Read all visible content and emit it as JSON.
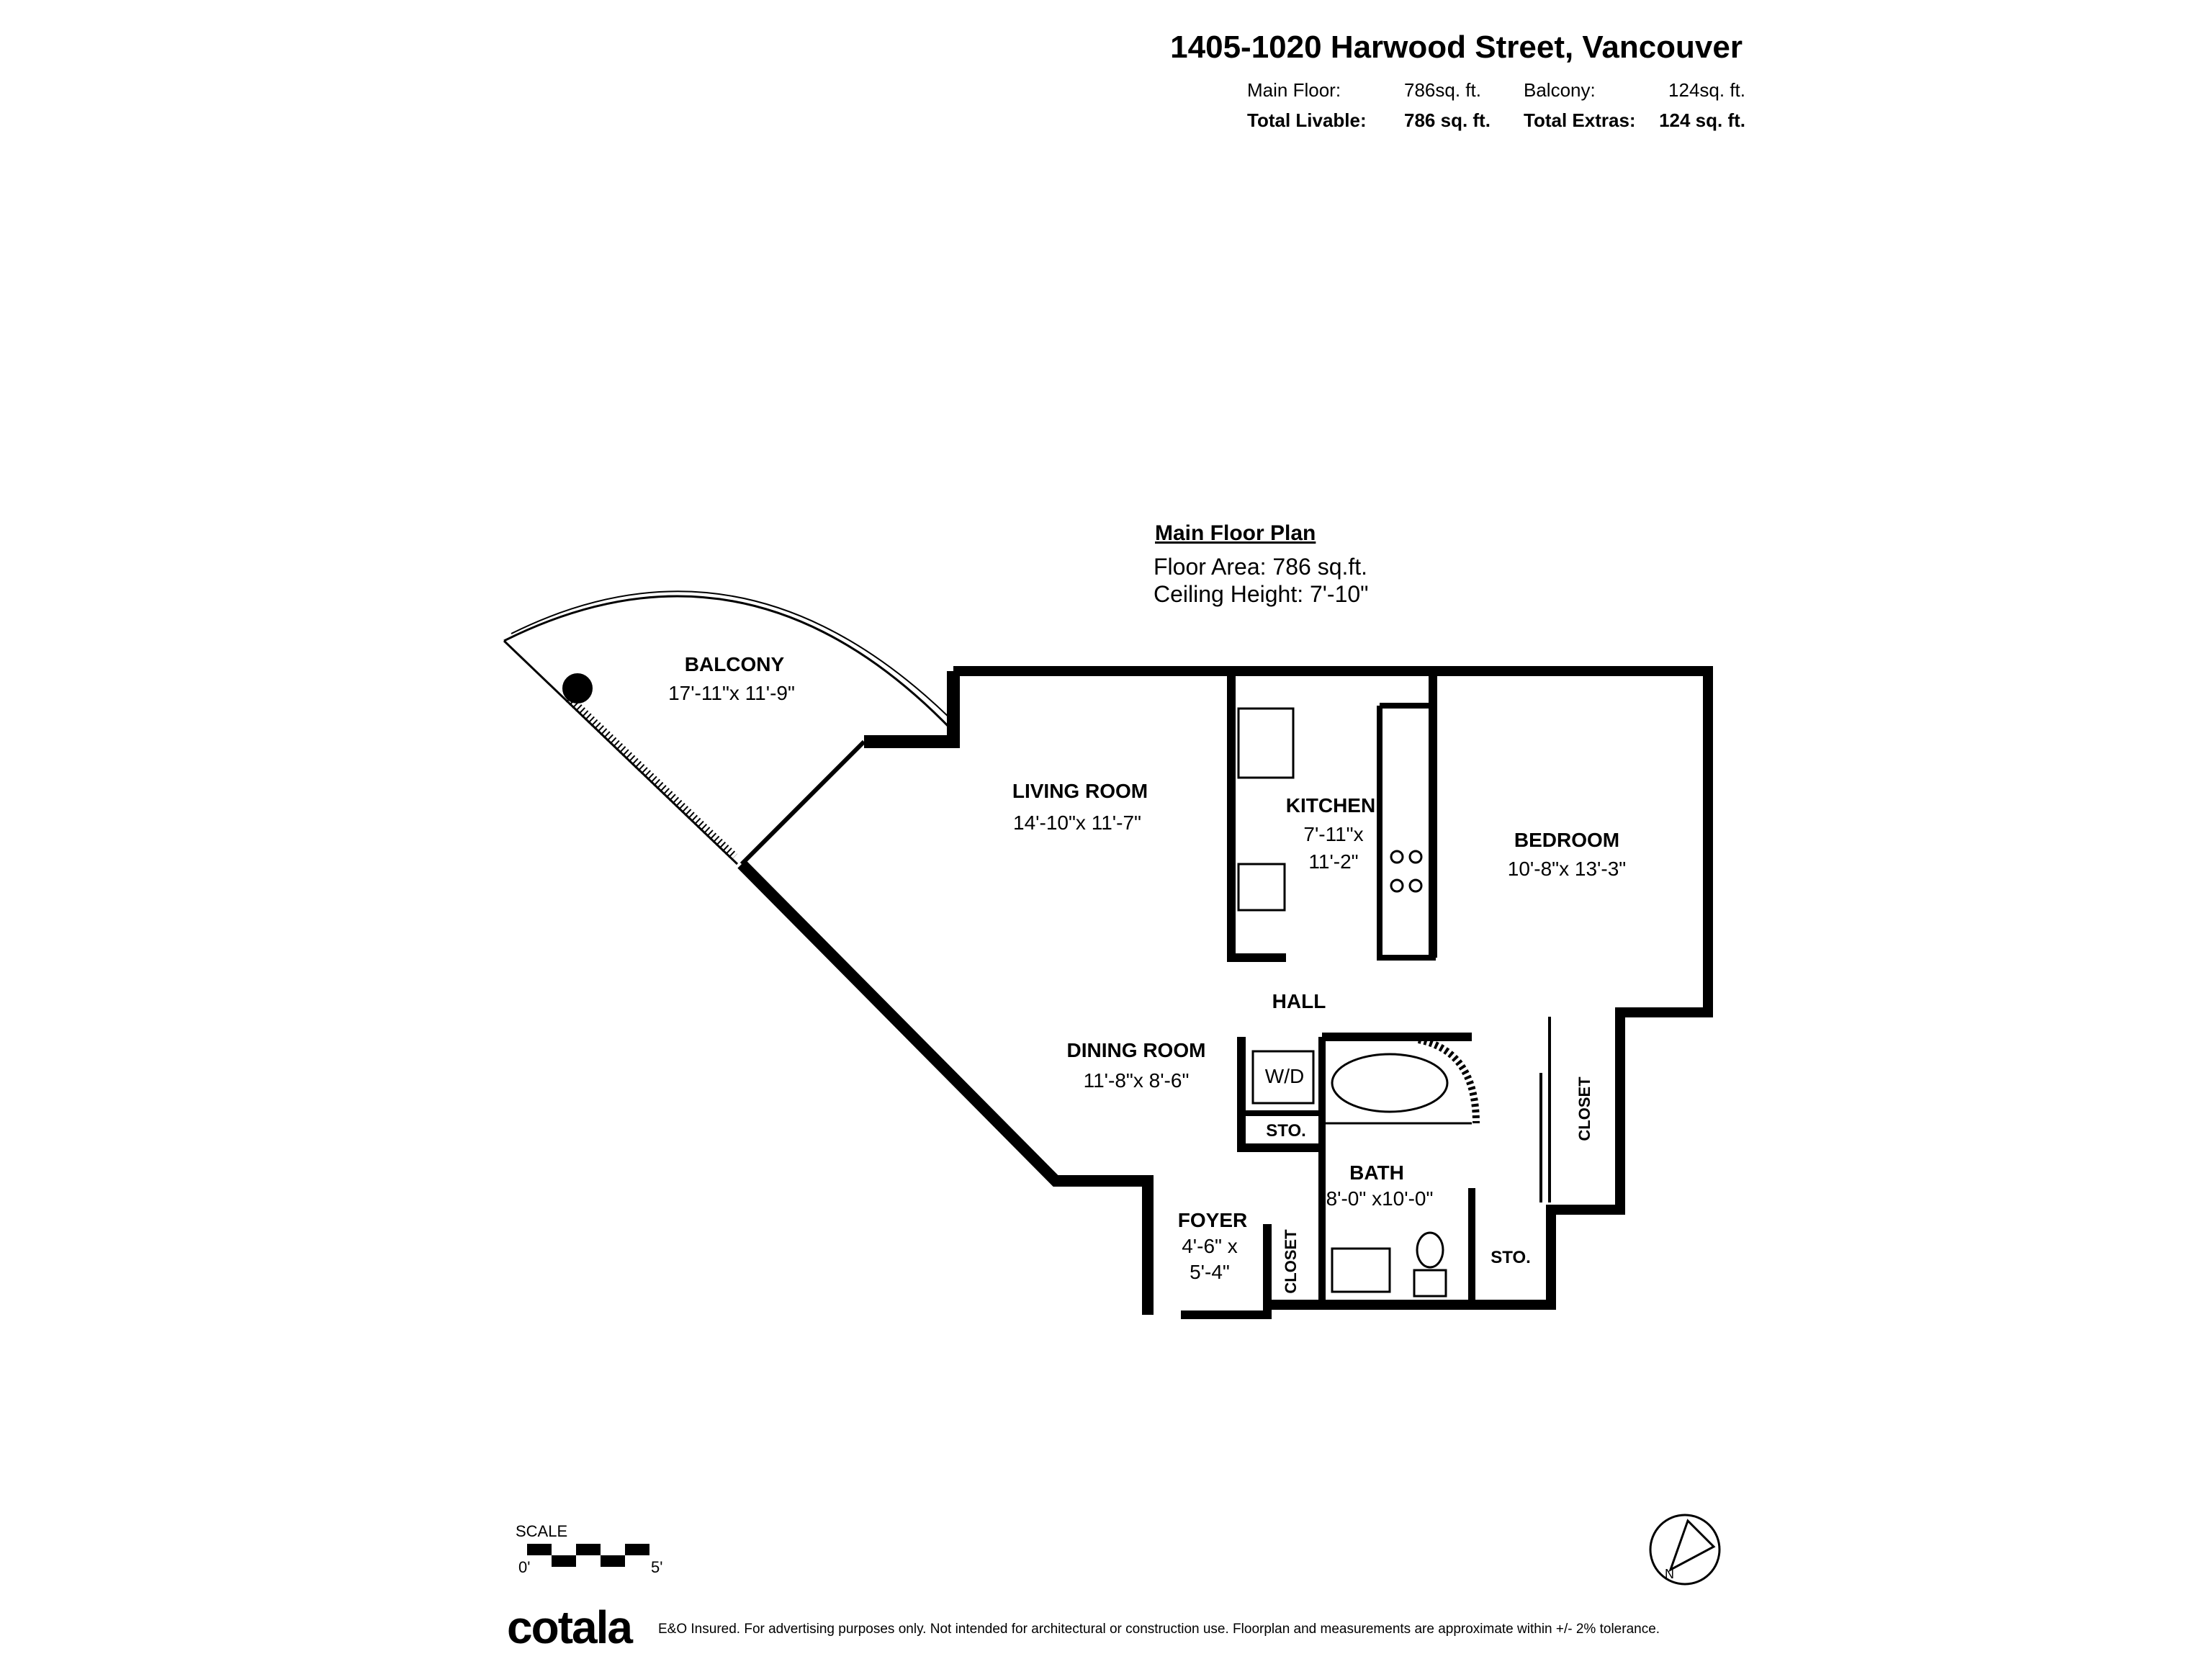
{
  "header": {
    "address": "1405-1020 Harwood Street, Vancouver",
    "main_floor_label": "Main Floor:",
    "main_floor_value": "786sq. ft.",
    "balcony_label": "Balcony:",
    "balcony_value": "124sq. ft.",
    "total_livable_label": "Total Livable:",
    "total_livable_value": "786 sq. ft.",
    "total_extras_label": "Total Extras:",
    "total_extras_value": "124 sq. ft."
  },
  "plan": {
    "title": "Main Floor Plan",
    "floor_area": "Floor Area: 786 sq.ft.",
    "ceiling_height": "Ceiling Height: 7'-10\"",
    "rooms": [
      {
        "name": "BALCONY",
        "dims": "17'-11\"x 11'-9\""
      },
      {
        "name": "LIVING ROOM",
        "dims": "14'-10\"x 11'-7\""
      },
      {
        "name": "KITCHEN",
        "dims": "7'-11\"x",
        "dims2": "11'-2\""
      },
      {
        "name": "BEDROOM",
        "dims": "10'-8\"x 13'-3\""
      },
      {
        "name": "HALL"
      },
      {
        "name": "DINING ROOM",
        "dims": "11'-8\"x  8'-6\""
      },
      {
        "name": "BATH",
        "dims": "8'-0\" x10'-0\""
      },
      {
        "name": "FOYER",
        "dims": "4'-6\" x",
        "dims2": "5'-4\""
      },
      {
        "name": "W/D"
      },
      {
        "name": "STO."
      },
      {
        "name": "STO."
      },
      {
        "name": "CLOSET"
      },
      {
        "name": "CLOSET"
      }
    ]
  },
  "scale": {
    "label": "SCALE",
    "start": "0'",
    "end": "5'"
  },
  "compass": {
    "icon": "north-arrow-icon",
    "letter": "N"
  },
  "footer": {
    "logo": "cotala",
    "disclaimer": "E&O Insured. For advertising purposes only. Not intended for architectural or construction use. Floorplan and measurements are approximate within +/- 2% tolerance."
  }
}
